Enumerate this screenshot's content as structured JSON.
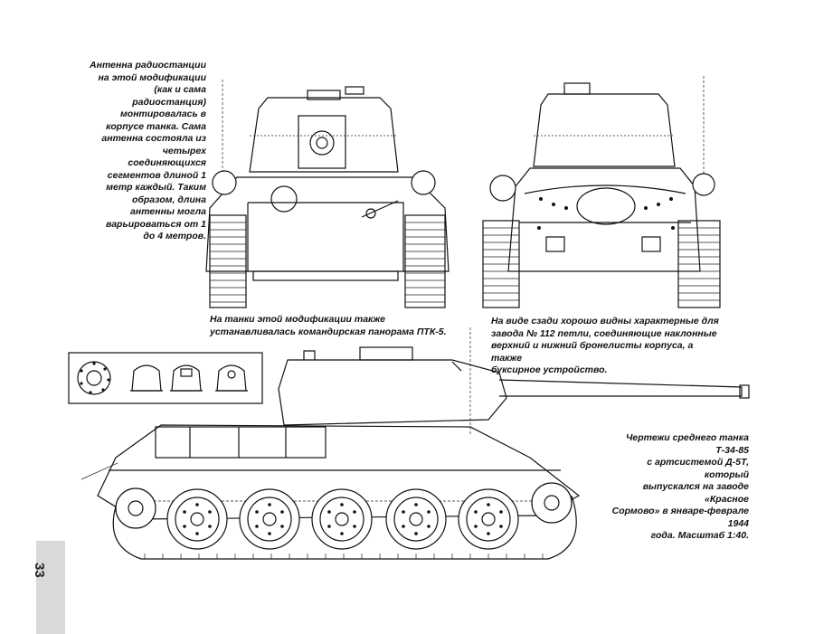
{
  "captions": {
    "antenna": "Антенна радиостанции\nна этой модификации\n(как и сама\nрадиостанция)\nмонтировалась в\nкорпусе танка. Сама\nантенна состояла из\nчетырех\nсоединяющихся\nсегментов длиной 1\nметр каждый. Таким\nобразом, длина\nантенны могла\nварьироваться от 1\nдо 4 метров.",
    "front_view": "На танки этой модификации также\nустанавливалась командирская панорама ПТК-5.",
    "rear_view": "На виде сзади хорошо видны характерные для\nзавода № 112 петли, соединяющие наклонные\nверхний и нижний бронелисты корпуса, а также\nбуксирное устройство.",
    "drawing": "Чертежи среднего танка Т-34-85\nс артсистемой Д-5Т, который\nвыпускался на заводе «Красное\nСормово» в январе-феврале 1944\nгода. Масштаб 1:40."
  },
  "page_number": "33",
  "colors": {
    "ink": "#111111",
    "paper": "#ffffff",
    "tab": "#d9d9d9"
  }
}
